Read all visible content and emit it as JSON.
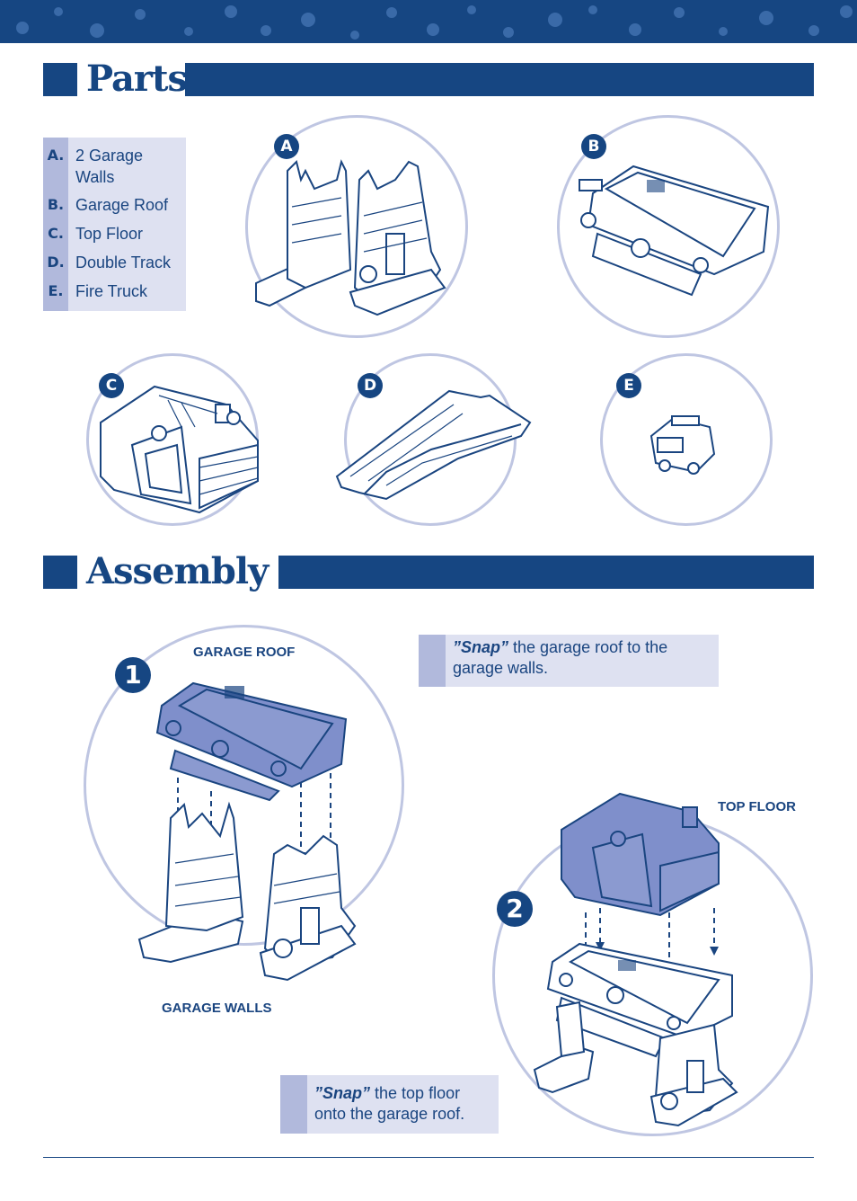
{
  "colors": {
    "primary": "#164682",
    "light_panel": "#dee1f1",
    "mid_panel": "#b1b9dc",
    "circle_stroke": "#bfc6e2"
  },
  "parts": {
    "title": "Parts",
    "items": [
      {
        "letter": "A.",
        "label": "2 Garage Walls"
      },
      {
        "letter": "B.",
        "label": "Garage Roof"
      },
      {
        "letter": "C.",
        "label": "Top Floor"
      },
      {
        "letter": "D.",
        "label": "Double Track"
      },
      {
        "letter": "E.",
        "label": "Fire Truck"
      }
    ],
    "badges": [
      "A",
      "B",
      "C",
      "D",
      "E"
    ]
  },
  "assembly": {
    "title": "Assembly",
    "step1": {
      "number": "1",
      "label_top": "GARAGE ROOF",
      "label_bottom": "GARAGE WALLS",
      "note_em": "”Snap”",
      "note_rest": " the garage roof to the garage walls."
    },
    "step2": {
      "number": "2",
      "label_top": "TOP FLOOR",
      "note_em": "”Snap”",
      "note_rest": " the top floor onto the garage roof."
    }
  }
}
